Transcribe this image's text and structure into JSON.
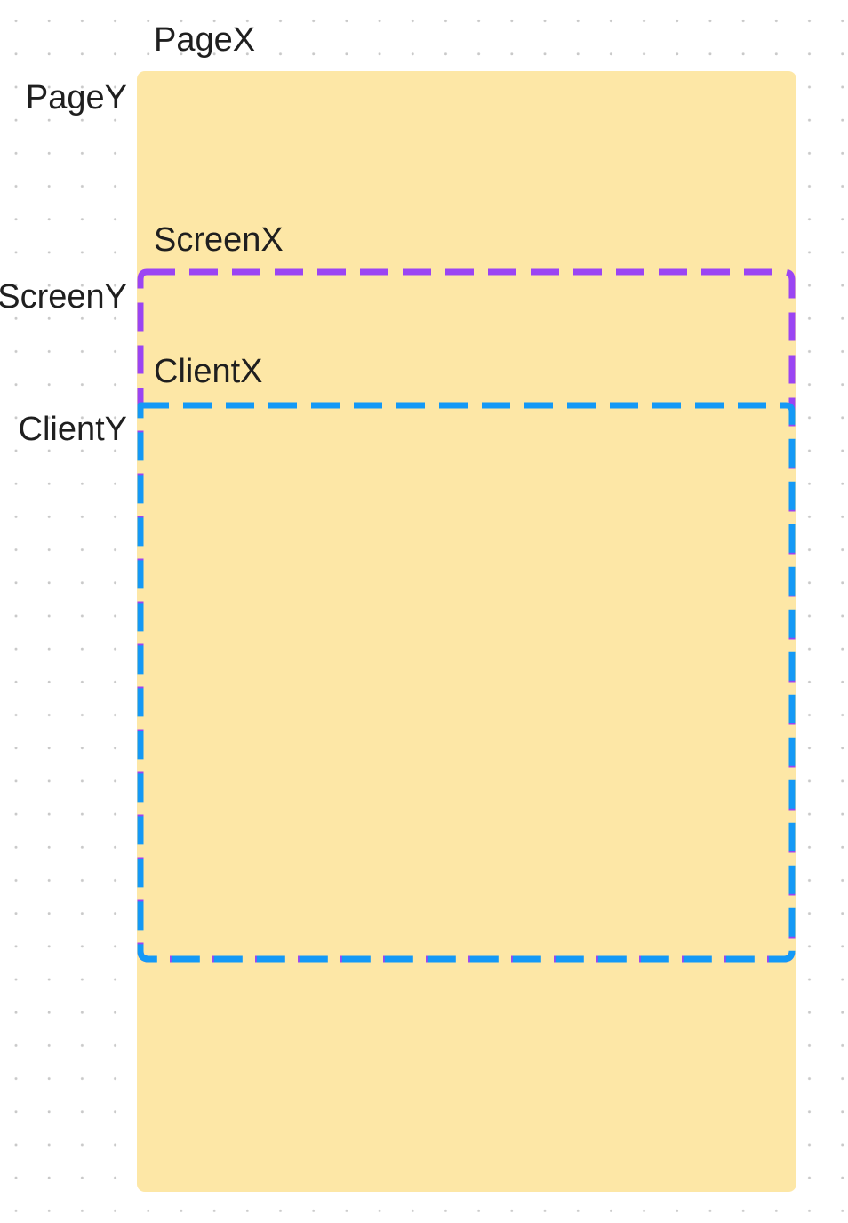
{
  "colors": {
    "page_fill": "#fde7a6",
    "screen_border": "#9b44f3",
    "client_border": "#1499f6",
    "label_text": "#1f1f1f",
    "grid_dot": "#c9c9c9"
  },
  "page": {
    "x_label": "PageX",
    "y_label": "PageY"
  },
  "screen": {
    "x_label": "ScreenX",
    "y_label": "ScreenY"
  },
  "client": {
    "x_label": "ClientX",
    "y_label": "ClientY"
  }
}
